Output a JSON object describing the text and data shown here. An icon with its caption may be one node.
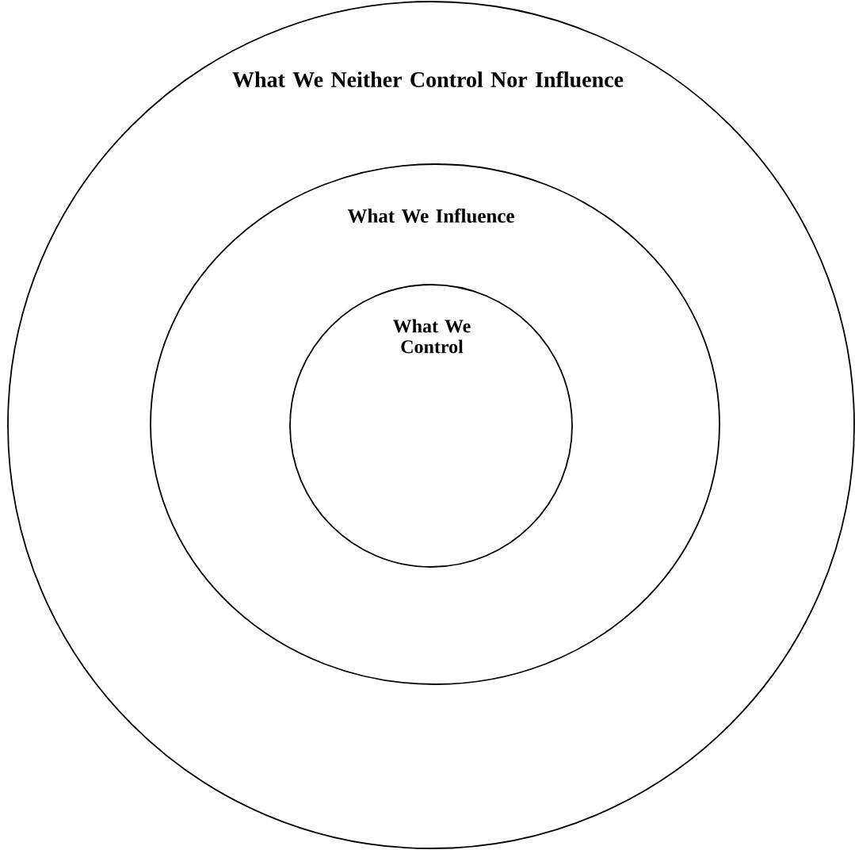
{
  "diagram": {
    "nodes": [
      {
        "text": [
          "What We Neither Control Nor Influence"
        ]
      },
      {
        "text": [
          "What We Influence"
        ],
        "in": 0
      },
      {
        "text": [
          "What We Control"
        ],
        "in": 1
      }
    ]
  }
}
